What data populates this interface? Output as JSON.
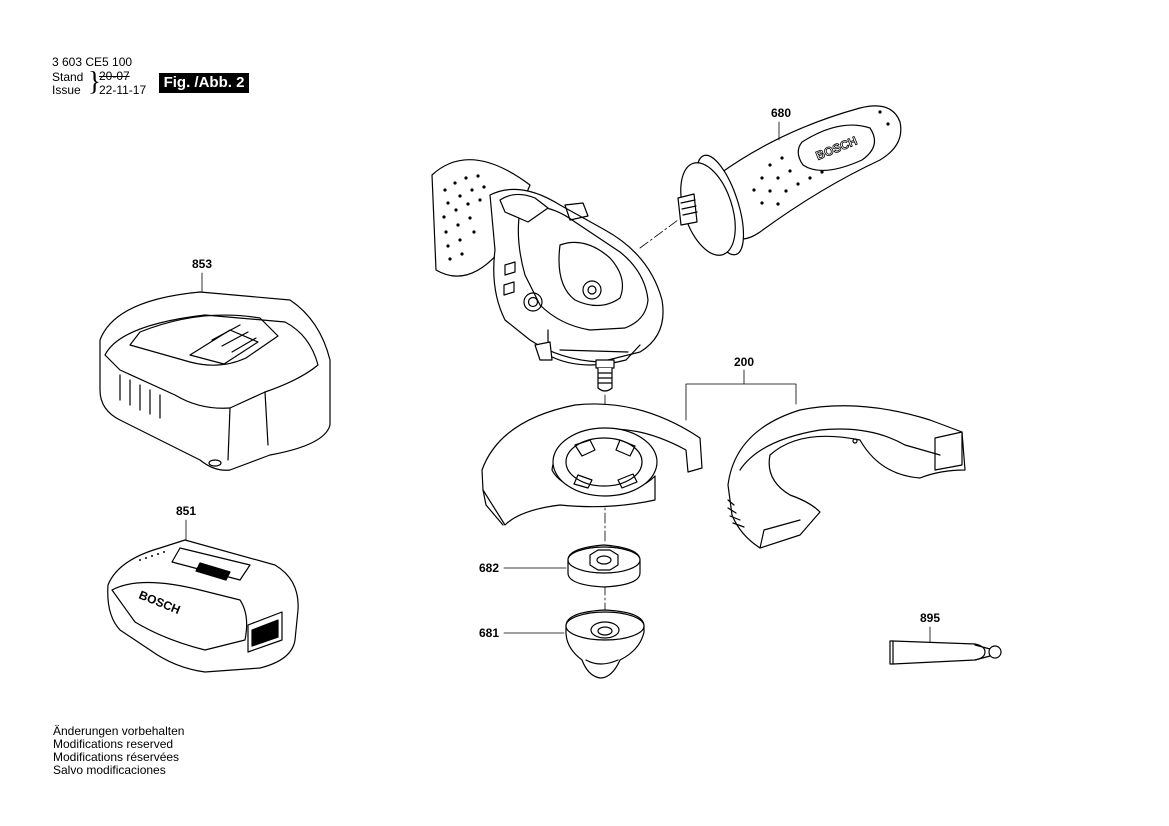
{
  "header": {
    "part_number": "3 603 CE5 100",
    "stand_label": "Stand",
    "stand_value": "20-07",
    "issue_label": "Issue",
    "issue_value": "22-11-17",
    "figure_label": "Fig. /Abb. 2"
  },
  "callouts": {
    "c680": "680",
    "c853": "853",
    "c200": "200",
    "c851": "851",
    "c682": "682",
    "c681": "681",
    "c895": "895"
  },
  "brand": {
    "handle_logo": "BOSCH",
    "battery_logo": "BOSCH"
  },
  "notes": [
    "Änderungen vorbehalten",
    "Modifications reserved",
    "Modifications réservées",
    "Salvo modificaciones"
  ]
}
